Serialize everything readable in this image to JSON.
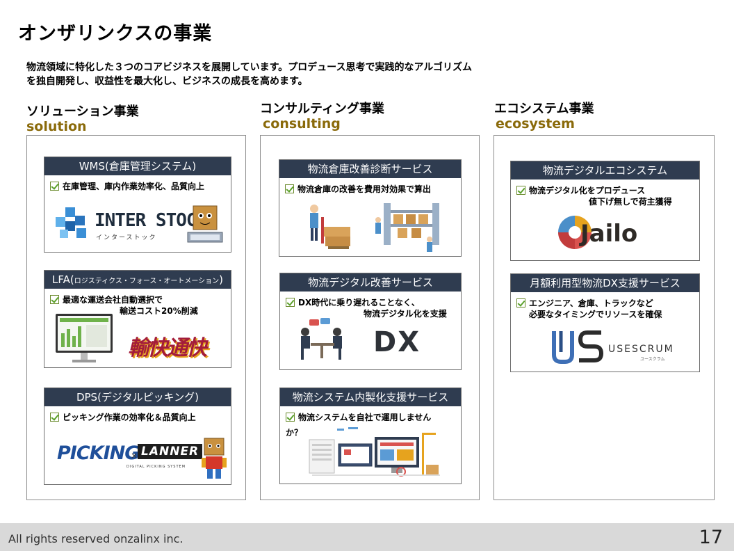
{
  "title": "オンザリンクスの事業",
  "intro": {
    "line1": "物流領域に特化した３つのコアビジネスを展開しています。プロデュース思考で実践的なアルゴリズム",
    "line2": "を独自開発し、収益性を最大化し、ビジネスの成長を高めます。"
  },
  "columns": [
    {
      "title": "ソリューション事業",
      "subtitle": "solution",
      "cards": [
        {
          "title": "WMS(倉庫管理システム)",
          "check": [
            "在庫管理、庫内作業効率化、品質向上"
          ],
          "logo": "INTER STOCK",
          "logo_sub": "インターストック"
        },
        {
          "title_main": "LFA(",
          "title_small": "ロジスティクス・フォース・オートメーション",
          "title_end": ")",
          "check": [
            "最適な運送会社自動選択で",
            "輸送コスト20%削減"
          ],
          "logo": "輸快通快"
        },
        {
          "title": "DPS(デジタルピッキング)",
          "check": [
            "ピッキング作業の効率化＆品質向上"
          ],
          "logo": "PICKING",
          "logo_x": "×",
          "logo2": "LANNER",
          "logo_sub": "DIGITAL PICKING SYSTEM"
        }
      ]
    },
    {
      "title": "コンサルティング事業",
      "subtitle": "consulting",
      "cards": [
        {
          "title": "物流倉庫改善診断サービス",
          "check": [
            "物流倉庫の改善を費用対効果で算出"
          ]
        },
        {
          "title": "物流デジタル改善サービス",
          "check": [
            "DX時代に乗り遅れることなく、",
            "物流デジタル化を支援"
          ],
          "logo": "DX"
        },
        {
          "title": "物流システム内製化支援サービス",
          "check": [
            "物流システムを自社で運用しません",
            "か？"
          ]
        }
      ]
    },
    {
      "title": "エコシステム事業",
      "subtitle": "ecosystem",
      "cards": [
        {
          "title": "物流デジタルエコシステム",
          "check": [
            "物流デジタル化をプロデュース",
            "値下げ無しで荷主獲得"
          ],
          "logo": "Jailo"
        },
        {
          "title": "月額利用型物流DX支援サービス",
          "check": [
            "エンジニア、倉庫、トラックなど",
            "必要なタイミングでリソースを確保"
          ],
          "logo": "USESCRUM",
          "logo_sub": "ユースクラム"
        }
      ]
    }
  ],
  "footer": {
    "text": "All rights reserved onzalinx inc.",
    "page": "17"
  },
  "colors": {
    "card_header": "#2f3c50",
    "subtitle": "#8a6a0a",
    "footer_bg": "#d9d9d9",
    "check_green": "#5aa12a"
  }
}
